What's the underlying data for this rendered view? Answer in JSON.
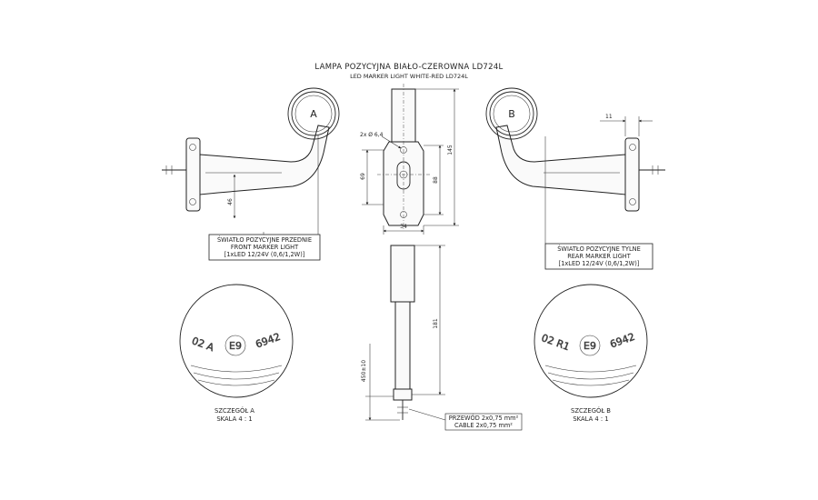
{
  "title": {
    "pl": "LAMPA POZYCYJNA BIAŁO-CZEROWNA LD724L",
    "en": "LED MARKER LIGHT WHITE-RED LD724L"
  },
  "front_light": {
    "label_pl": "ŚWIATŁO POZYCYJNE PRZEDNIE",
    "label_en": "FRONT MARKER LIGHT",
    "spec": "[1xLED 12/24V (0,6/1,2W)]",
    "letter": "A"
  },
  "rear_light": {
    "label_pl": "ŚWIATŁO POZYCYJNE TYLNE",
    "label_en": "REAR MARKER LIGHT",
    "spec": "[1xLED 12/24V (0,6/1,2W)]",
    "letter": "B"
  },
  "dimensions": {
    "d_11": "11",
    "d_145": "145",
    "d_88": "88",
    "d_69": "69",
    "d_34": "34",
    "d_46": "46",
    "d_181": "181",
    "d_450": "450±10",
    "hole": "2x Ø 6,4"
  },
  "cable": {
    "pl": "PRZEWÓD 2x0,75 mm²",
    "en": "CABLE 2x0,75 mm²"
  },
  "detail_a": {
    "title": "SZCZEGÓŁ A",
    "scale": "SKALA 4 : 1",
    "emboss_left": "02 A",
    "emboss_mark": "E9",
    "emboss_right": "6942"
  },
  "detail_b": {
    "title": "SZCZEGÓŁ B",
    "scale": "SKALA 4 : 1",
    "emboss_left": "02 R1",
    "emboss_mark": "E9",
    "emboss_right": "6942"
  },
  "colors": {
    "line": "#222222",
    "background": "#ffffff"
  }
}
